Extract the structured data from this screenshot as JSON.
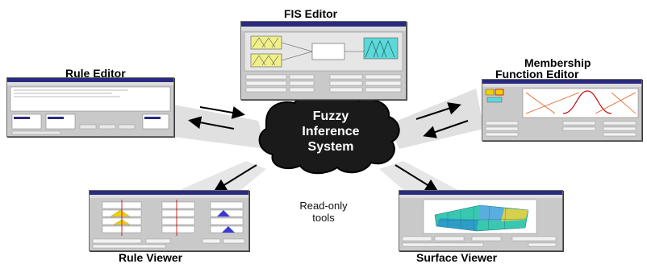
{
  "titles": {
    "fis_editor": "FIS Editor",
    "rule_editor": "Rule Editor",
    "mf_editor_line1": "Membership",
    "mf_editor_line2": "Function Editor",
    "rule_viewer": "Rule Viewer",
    "surface_viewer": "Surface Viewer"
  },
  "center": {
    "line1": "Fuzzy",
    "line2": "Inference",
    "line3": "System"
  },
  "readonly": {
    "line1": "Read-only",
    "line2": "tools"
  },
  "colors": {
    "cloud": "#1a1a1a",
    "window_bg": "#c9c9c9",
    "titlebar": "#2a2a80",
    "fis_input": "#f0f08a",
    "fis_output": "#5cd8d8",
    "mf_highlight": "#c01010"
  }
}
